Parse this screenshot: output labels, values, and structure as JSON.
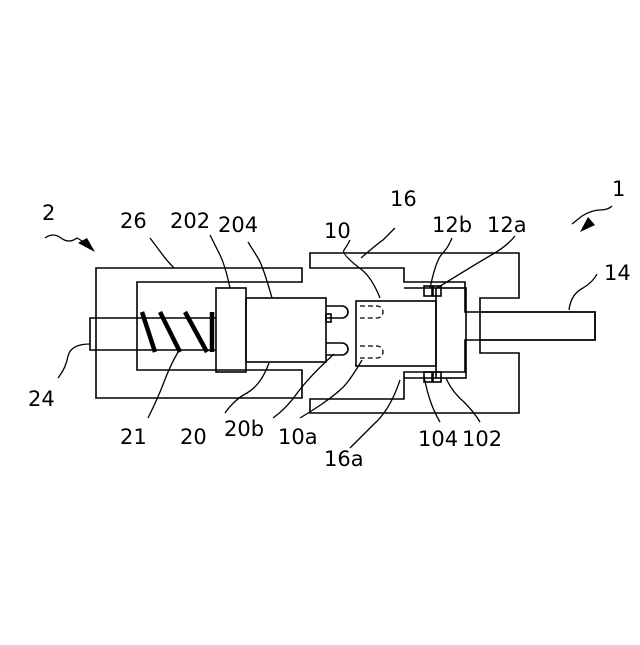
{
  "labels": {
    "n1": "1",
    "n2": "2",
    "n10": "10",
    "n10a": "10a",
    "n12a": "12a",
    "n12b": "12b",
    "n14": "14",
    "n16": "16",
    "n16a": "16a",
    "n20": "20",
    "n20b": "20b",
    "n21": "21",
    "n24": "24",
    "n26": "26",
    "n102": "102",
    "n104": "104",
    "n202": "202",
    "n204": "204"
  },
  "colors": {
    "line": "#000000",
    "background": "#ffffff"
  }
}
